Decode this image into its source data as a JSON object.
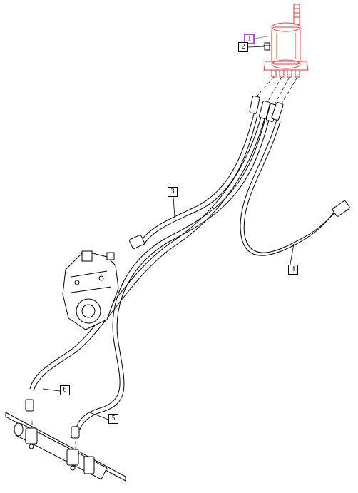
{
  "callouts": [
    {
      "id": "callout-1",
      "label": "1",
      "highlighted": true
    },
    {
      "id": "callout-2",
      "label": "2",
      "highlighted": false
    },
    {
      "id": "callout-3",
      "label": "3",
      "highlighted": false
    },
    {
      "id": "callout-4",
      "label": "4",
      "highlighted": false
    },
    {
      "id": "callout-5",
      "label": "5",
      "highlighted": false
    },
    {
      "id": "callout-6",
      "label": "6",
      "highlighted": false
    }
  ],
  "colors": {
    "highlight_part": "#e0383a",
    "highlight_callout": "#b24ad6",
    "line": "#000000"
  }
}
